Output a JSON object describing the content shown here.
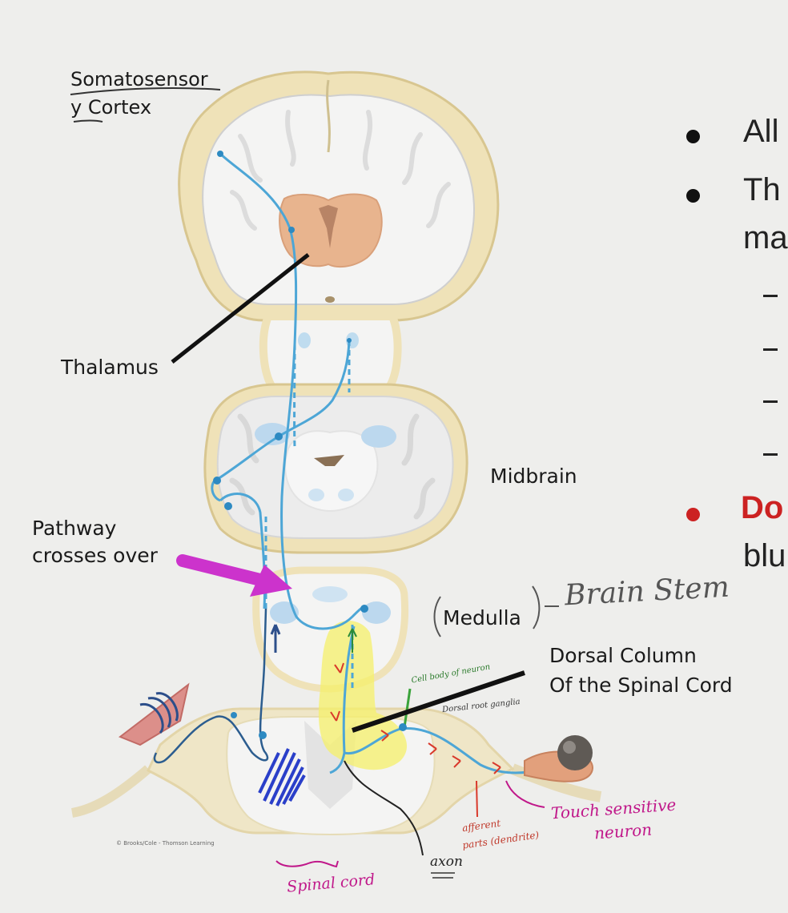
{
  "labels": {
    "somatosensory_line1": "Somatosensor",
    "somatosensory_line2": "y Cortex",
    "thalamus": "Thalamus",
    "midbrain": "Midbrain",
    "pathway_line1": "Pathway",
    "pathway_line2": "crosses over",
    "medulla": "Medulla",
    "dorsal_line1": "Dorsal Column",
    "dorsal_line2": "Of the Spinal Cord",
    "copyright": "© Brooks/Cole - Thomson Learning"
  },
  "annotations": {
    "brain_stem": "Brain Stem",
    "cell_body": "Cell body of neuron",
    "dorsal_root": "Dorsal root ganglia",
    "touch_line1": "Touch sensitive",
    "touch_line2": "neuron",
    "afferent_line1": "afferent",
    "afferent_line2": "parts (dendrite)",
    "axon": "axon",
    "spinal_cord": "Spinal cord"
  },
  "slide_text": {
    "bullet1": "All",
    "bullet2_line1": "Th",
    "bullet2_line2": "ma",
    "bullet5_line1": "Do",
    "bullet5_line2": "blu"
  },
  "colors": {
    "background": "#eeeeec",
    "pathway": "#4da6d6",
    "arrow": "#cc33cc",
    "highlight": "#f5f06a",
    "thalamus": "#e8b48e",
    "handwriting_pink": "#c0188a",
    "handwriting_red": "#c0392b",
    "bullet_red": "#cc2222",
    "handwriting_green": "#3aa33a"
  }
}
